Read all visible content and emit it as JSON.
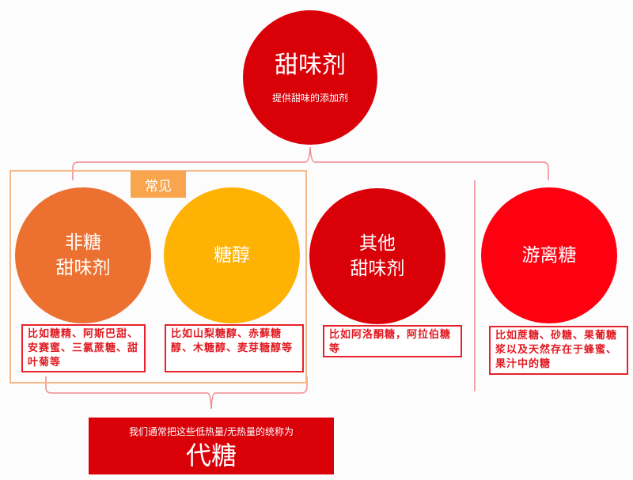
{
  "top_node": {
    "title": "甜味剂",
    "subtitle": "提供甜味的添加剂",
    "color": "#d90008"
  },
  "common_group": {
    "label": "常见",
    "border_color": "#f7b887",
    "label_color": "#f8a54e"
  },
  "categories": [
    {
      "name_lines": [
        "非糖",
        "甜味剂"
      ],
      "color": "#ec7030",
      "note": "比如糖精、阿斯巴甜、安赛蜜、三氯蔗糖、甜叶菊等"
    },
    {
      "name_lines": [
        "糖醇"
      ],
      "color": "#fdb204",
      "note": "比如山梨糖醇、赤藓糖醇、木糖醇、麦芽糖醇等"
    },
    {
      "name_lines": [
        "其他",
        "甜味剂"
      ],
      "color": "#d90008",
      "note": "比如阿洛酮糖，阿拉伯糖等"
    },
    {
      "name_lines": [
        "游离糖"
      ],
      "color": "#fe0010",
      "note": "比如蔗糖、砂糖、果葡糖浆以及天然存在于蜂蜜、果汁中的糖"
    }
  ],
  "summary": {
    "subtitle": "我们通常把这些低热量/无热量的统称为",
    "title": "代糖",
    "color": "#d90008"
  },
  "line_color": "#f08a8e"
}
